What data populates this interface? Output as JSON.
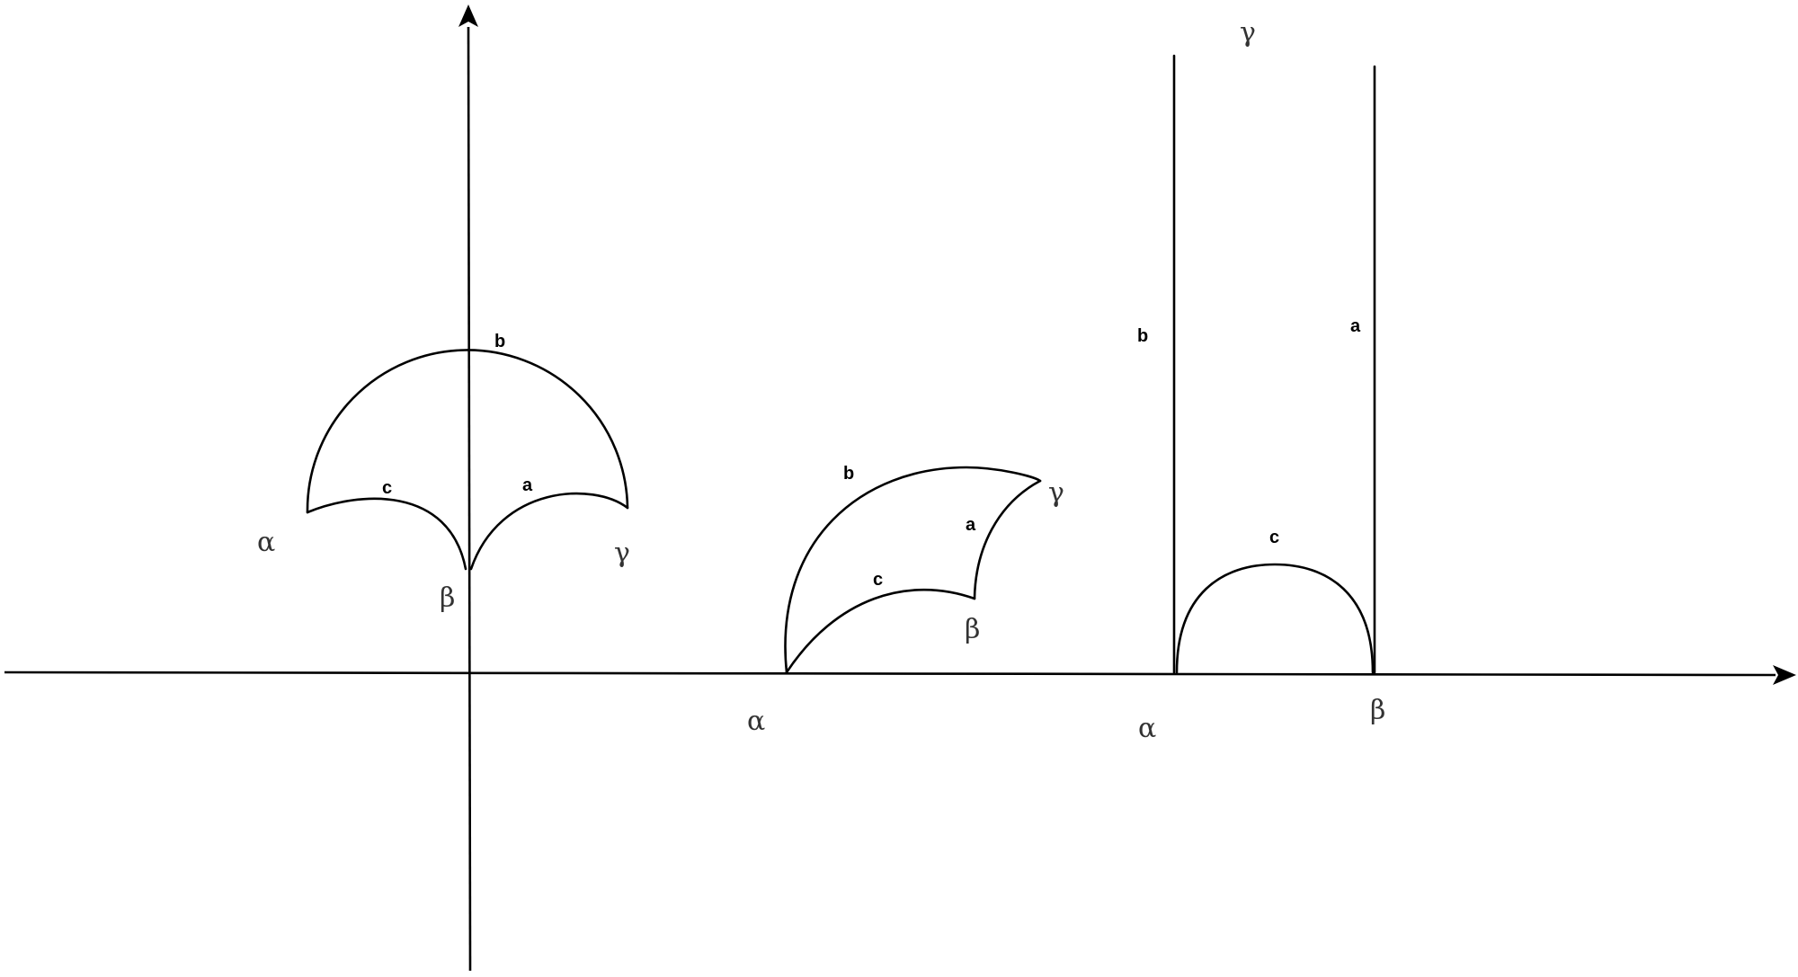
{
  "figures": [
    {
      "id": "left",
      "vertices": {
        "alpha": "α",
        "beta": "β",
        "gamma": "γ"
      },
      "sides": {
        "a": "a",
        "b": "b",
        "c": "c"
      }
    },
    {
      "id": "middle",
      "vertices": {
        "alpha": "α",
        "beta": "β",
        "gamma": "γ"
      },
      "sides": {
        "a": "a",
        "b": "b",
        "c": "c"
      }
    },
    {
      "id": "right",
      "vertices": {
        "alpha": "α",
        "beta": "β",
        "gamma": "γ"
      },
      "sides": {
        "a": "a",
        "b": "b",
        "c": "c"
      }
    }
  ],
  "colors": {
    "stroke": "#000000",
    "vertex_label": "#333333",
    "background": "#ffffff"
  }
}
